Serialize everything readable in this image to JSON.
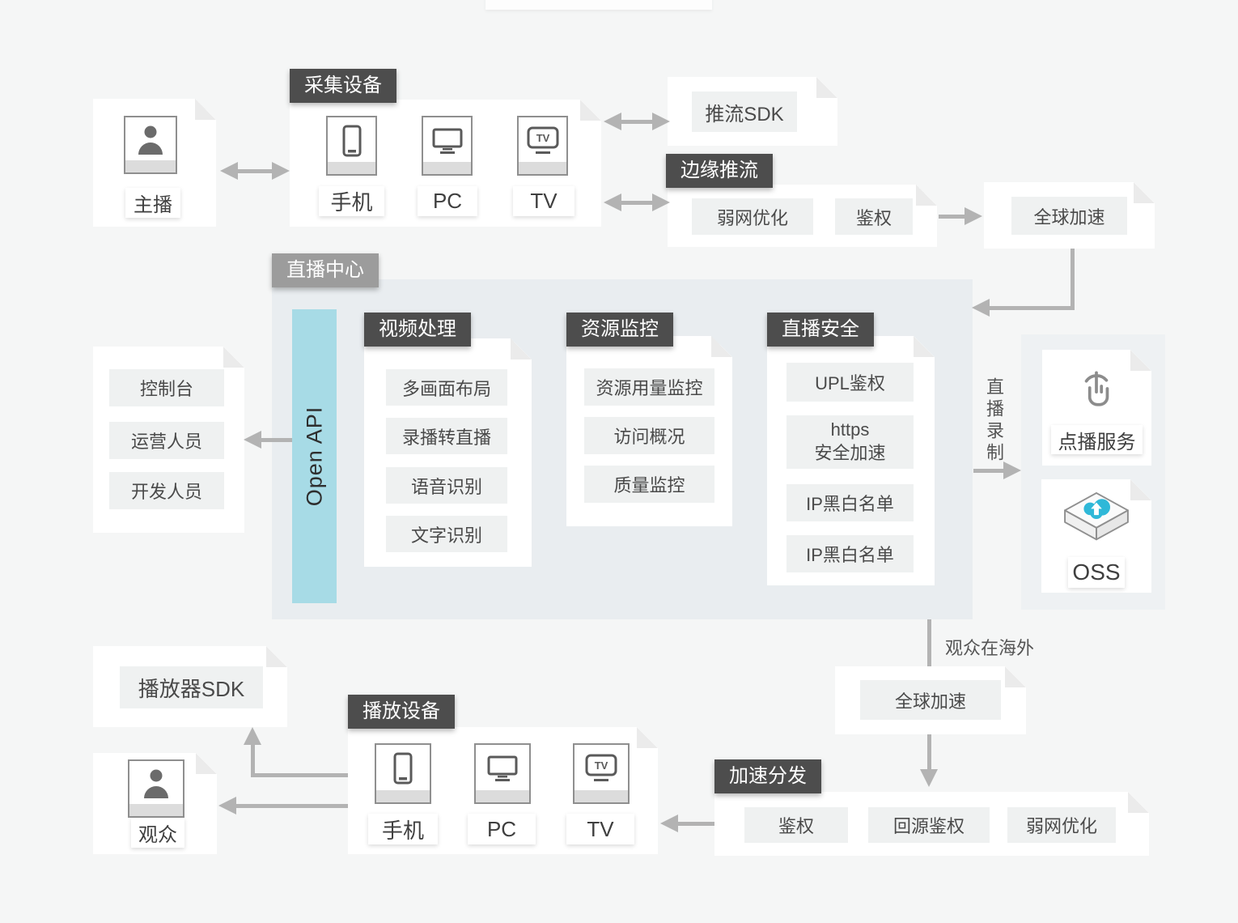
{
  "colors": {
    "background": "#f5f6f6",
    "panel": "#e9edf0",
    "tag_dark": "#4d4d4d",
    "tag_gray": "#9c9c9c",
    "open_api_bar": "#a7dbe6",
    "arrow": "#b3b3b3",
    "chip": "#eff1f1",
    "oss_cloud": "#2fb8d8"
  },
  "top": {
    "anchor": {
      "label": "主播",
      "icon": "person-icon"
    },
    "capture": {
      "tag": "采集设备",
      "devices": [
        {
          "label": "手机",
          "icon": "phone-icon"
        },
        {
          "label": "PC",
          "icon": "pc-icon"
        },
        {
          "label": "TV",
          "icon": "tv-icon"
        }
      ]
    },
    "push_sdk": {
      "label": "推流SDK"
    },
    "edge_push": {
      "tag": "边缘推流",
      "items": [
        "弱网优化",
        "鉴权"
      ]
    },
    "global_accel": {
      "label": "全球加速"
    }
  },
  "live_center": {
    "tag": "直播中心",
    "open_api": "Open API",
    "video_processing": {
      "tag": "视频处理",
      "items": [
        "多画面布局",
        "录播转直播",
        "语音识别",
        "文字识别"
      ]
    },
    "resource_monitoring": {
      "tag": "资源监控",
      "items": [
        "资源用量监控",
        "访问概况",
        "质量监控"
      ]
    },
    "live_security": {
      "tag": "直播安全",
      "items": [
        "UPL鉴权",
        "https\n安全加速",
        "IP黑白名单",
        "IP黑白名单"
      ]
    }
  },
  "left": {
    "console_items": [
      "控制台",
      "运营人员",
      "开发人员"
    ]
  },
  "right": {
    "live_recording": "直播录制",
    "vod": {
      "label": "点播服务",
      "icon": "click-icon"
    },
    "oss": {
      "label": "OSS",
      "icon": "oss-cube-icon"
    }
  },
  "bottom": {
    "overseas_note": "观众在海外",
    "global_accel": {
      "label": "全球加速"
    },
    "accel_dist": {
      "tag": "加速分发",
      "items": [
        "鉴权",
        "回源鉴权",
        "弱网优化"
      ]
    },
    "player_sdk": {
      "label": "播放器SDK"
    },
    "audience": {
      "label": "观众",
      "icon": "person-icon"
    },
    "playback": {
      "tag": "播放设备",
      "devices": [
        {
          "label": "手机",
          "icon": "phone-icon"
        },
        {
          "label": "PC",
          "icon": "pc-icon"
        },
        {
          "label": "TV",
          "icon": "tv-icon"
        }
      ]
    }
  }
}
